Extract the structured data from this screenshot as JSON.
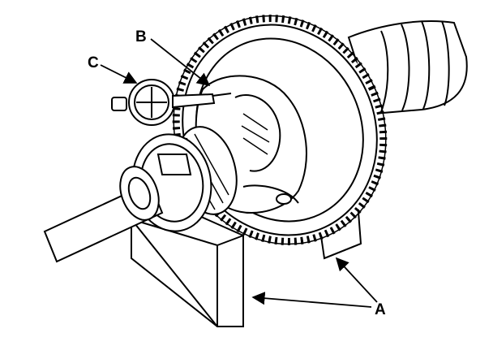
{
  "callouts": {
    "a": "A",
    "b": "B",
    "c": "C"
  },
  "colors": {
    "ink": "#000000",
    "paper": "#ffffff",
    "shade": "#d8d8d8"
  }
}
